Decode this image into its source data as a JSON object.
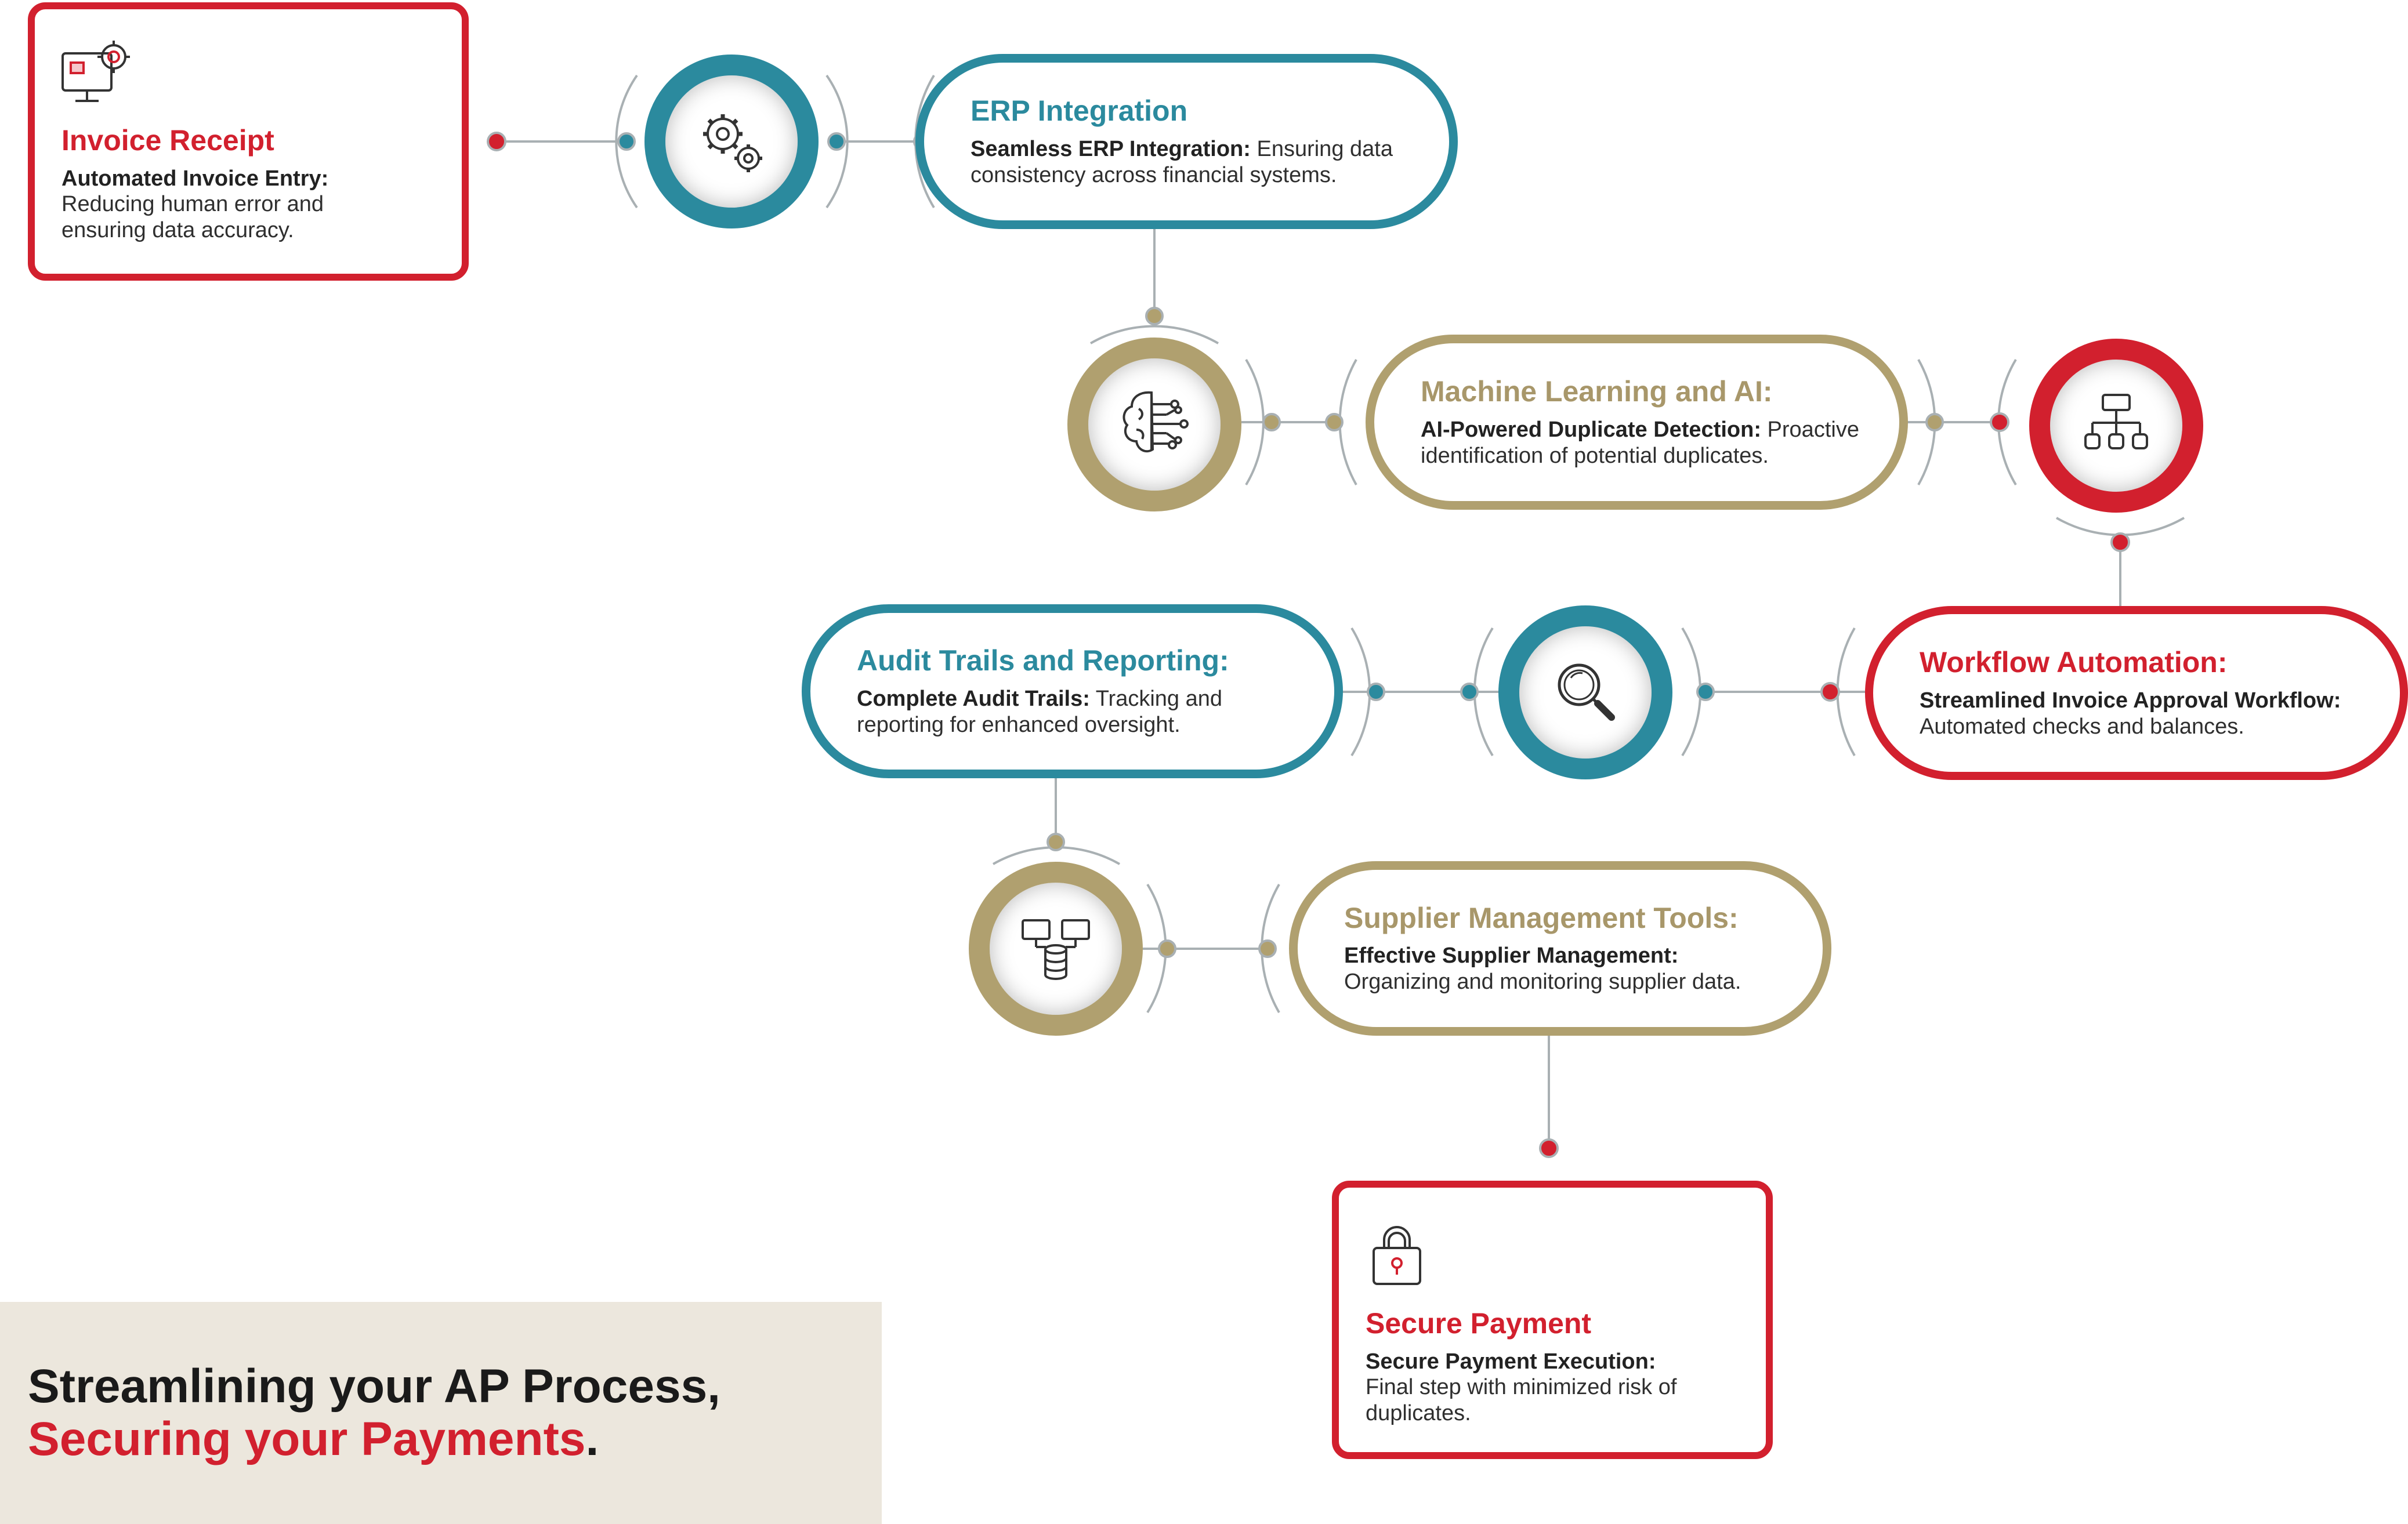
{
  "steps": {
    "invoice_receipt": {
      "title": "Invoice Receipt",
      "subtitle": "Automated Invoice Entry:",
      "text": "Reducing human error and ensuring data accuracy.",
      "icon": "monitor-gear-icon"
    },
    "erp_integration": {
      "title": "ERP Integration",
      "subtitle": "Seamless ERP Integration:",
      "text": "Ensuring data consistency across financial systems.",
      "icon": "gears-icon"
    },
    "machine_learning": {
      "title": "Machine Learning and AI:",
      "subtitle": "AI-Powered Duplicate Detection:",
      "text": "Proactive identification of potential duplicates.",
      "icon": "brain-circuit-icon"
    },
    "workflow_automation": {
      "title": "Workflow Automation:",
      "subtitle": "Streamlined Invoice Approval Workflow:",
      "text": "Automated checks and balances.",
      "icon": "hierarchy-icon"
    },
    "audit_trails": {
      "title": "Audit Trails and Reporting:",
      "subtitle": "Complete Audit Trails:",
      "text": "Tracking and reporting for enhanced oversight.",
      "icon": "magnifier-icon"
    },
    "supplier_management": {
      "title": "Supplier Management Tools:",
      "subtitle": "Effective Supplier Management:",
      "text": "Organizing and monitoring supplier data.",
      "icon": "network-database-icon"
    },
    "secure_payment": {
      "title": "Secure Payment",
      "subtitle": "Secure Payment Execution:",
      "text": "Final step with minimized risk of duplicates.",
      "icon": "padlock-icon"
    }
  },
  "banner": {
    "line1": "Streamlining your AP Process,",
    "line2_highlight": "Securing your Payments",
    "line2_end": "."
  },
  "colors": {
    "red": "#d2202e",
    "teal": "#2b8a9e",
    "gold": "#b0a06f",
    "banner_bg": "#ece7dd"
  }
}
